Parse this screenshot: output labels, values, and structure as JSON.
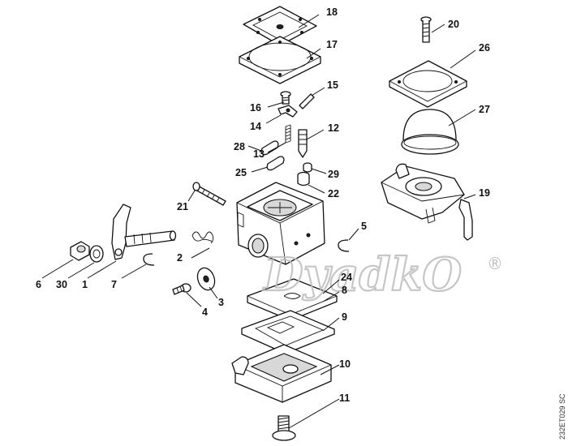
{
  "watermark": {
    "text": "DyadkO",
    "registered_mark": "®"
  },
  "drawing_code": "232ET029 SC",
  "callouts": [
    {
      "id": "p18",
      "label": "18"
    },
    {
      "id": "p17",
      "label": "17"
    },
    {
      "id": "p15",
      "label": "15"
    },
    {
      "id": "p16",
      "label": "16"
    },
    {
      "id": "p14",
      "label": "14"
    },
    {
      "id": "p12",
      "label": "12"
    },
    {
      "id": "p28",
      "label": "28"
    },
    {
      "id": "p13",
      "label": "13"
    },
    {
      "id": "p25",
      "label": "25"
    },
    {
      "id": "p29",
      "label": "29"
    },
    {
      "id": "p22",
      "label": "22"
    },
    {
      "id": "p21",
      "label": "21"
    },
    {
      "id": "p20",
      "label": "20"
    },
    {
      "id": "p26",
      "label": "26"
    },
    {
      "id": "p27",
      "label": "27"
    },
    {
      "id": "p19",
      "label": "19"
    },
    {
      "id": "p5",
      "label": "5"
    },
    {
      "id": "p24",
      "label": "24"
    },
    {
      "id": "p8",
      "label": "8"
    },
    {
      "id": "p9",
      "label": "9"
    },
    {
      "id": "p10",
      "label": "10"
    },
    {
      "id": "p11",
      "label": "11"
    },
    {
      "id": "p2",
      "label": "2"
    },
    {
      "id": "p3",
      "label": "3"
    },
    {
      "id": "p4",
      "label": "4"
    },
    {
      "id": "p6",
      "label": "6"
    },
    {
      "id": "p30",
      "label": "30"
    },
    {
      "id": "p1",
      "label": "1"
    },
    {
      "id": "p7",
      "label": "7"
    }
  ]
}
